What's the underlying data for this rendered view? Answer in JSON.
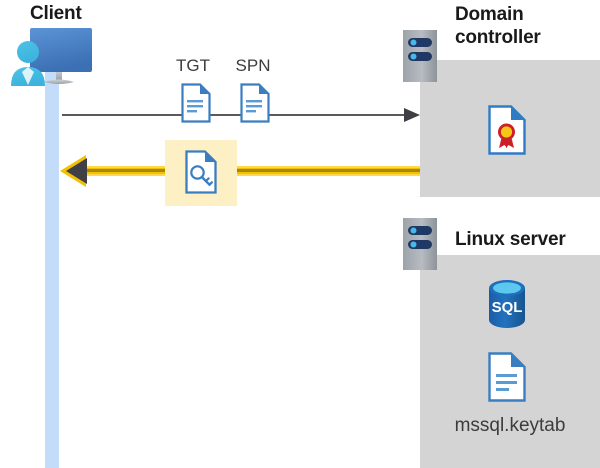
{
  "diagram": {
    "type": "kerberos-authentication-flow",
    "background": "#ffffff",
    "colors": {
      "panel_gray": "#d4d4d4",
      "lifeline_blue": "#c2dcfa",
      "arrow_gray": "#5a5a5a",
      "arrow_gold": "#f2c200",
      "highlight_yellow": "#fdf0c4",
      "doc_blue": "#3a7ec1",
      "sql_blue": "#1f62ab",
      "seal_gold": "#f5c518",
      "seal_red": "#cc2027",
      "title_black": "#1a1a1a",
      "label_gray": "#3c3c3c"
    }
  },
  "client": {
    "title": "Client",
    "icon_name": "client-workstation-icon"
  },
  "domain_controller": {
    "title": "Domain\ncontroller",
    "server_icon_name": "server-rack-icon",
    "cert_icon_name": "certificate-document-icon"
  },
  "linux_server": {
    "title": "Linux server",
    "server_icon_name": "server-rack-icon",
    "sql_icon_name": "sql-database-icon",
    "sql_label": "SQL",
    "keytab_icon_name": "keytab-document-icon",
    "keytab_label": "mssql.keytab"
  },
  "messages": {
    "request": {
      "tgt_label": "TGT",
      "spn_label": "SPN",
      "direction": "client-to-domain-controller",
      "color": "#5a5a5a"
    },
    "response": {
      "direction": "domain-controller-to-client",
      "color": "#f2c200",
      "icon_name": "service-ticket-key-document-icon",
      "highlighted": true
    }
  }
}
